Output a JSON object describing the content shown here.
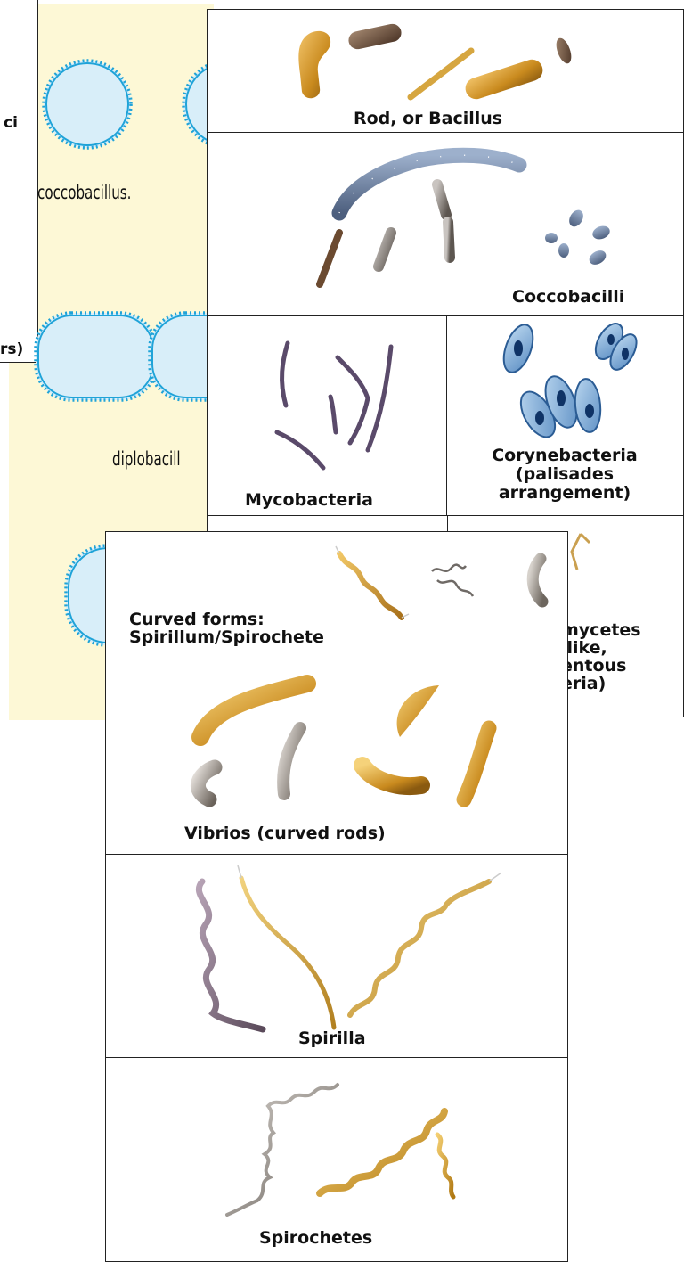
{
  "back_panel": {
    "left_box_labels": [
      "ci",
      "rs)"
    ],
    "coccobacillus_label": "coccobacillus.",
    "diplobacilli_label": "diplobacill"
  },
  "rod_panel": {
    "rod_label": "Rod, or Bacillus",
    "coccobacilli_label": "Coccobacilli",
    "mycobacteria_label": "Mycobacteria",
    "corynebacteria_label": "Corynebacteria\n(palisades\narrangement)",
    "actinomycetes_label": "mycetes\nllike,\nentous\neria)"
  },
  "curved_panel": {
    "curved_forms_label": "Curved forms:\nSpirillum/Spirochete",
    "vibrios_label": "Vibrios (curved rods)",
    "spirilla_label": "Spirilla",
    "spirochetes_label": "Spirochetes"
  },
  "colors": {
    "cream": "#fdf8d6",
    "cell_blue": "#d8eef9",
    "cilia_blue": "#1fa3d8",
    "gold": "#c98a1e",
    "slate": "#6b7f9c",
    "purple": "#6b5a7a"
  }
}
